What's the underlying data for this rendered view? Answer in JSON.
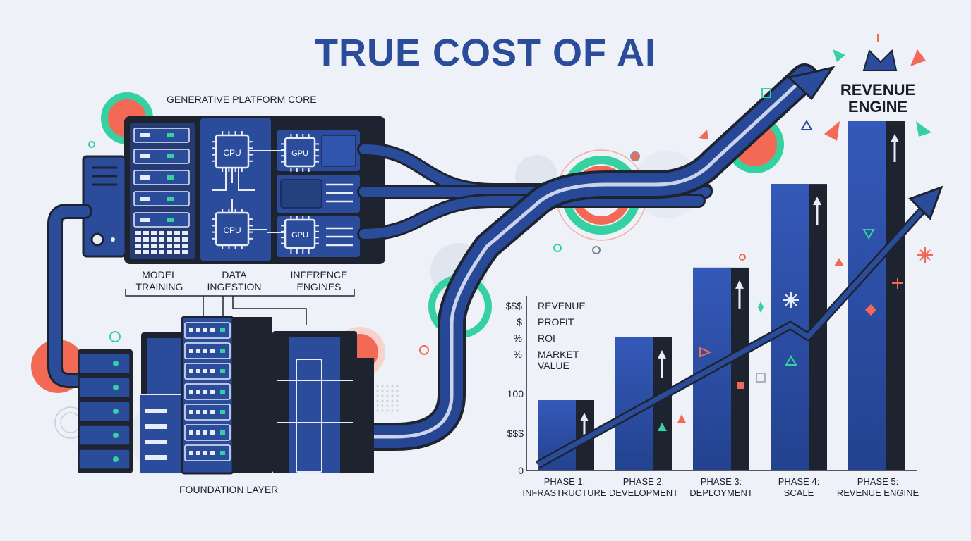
{
  "title": "TRUE COST OF AI",
  "platform": {
    "heading": "GENERATIVE PLATFORM CORE",
    "chips": [
      "CPU",
      "CPU",
      "GPU",
      "GPU"
    ],
    "columns": [
      {
        "line1": "MODEL",
        "line2": "TRAINING"
      },
      {
        "line1": "DATA",
        "line2": "INGESTION"
      },
      {
        "line1": "INFERENCE",
        "line2": "ENGINES"
      }
    ]
  },
  "foundation": {
    "label": "FOUNDATION LAYER"
  },
  "revenue_engine": {
    "line1": "REVENUE",
    "line2": "ENGINE"
  },
  "legend": [
    {
      "symbol": "$$$",
      "label": "REVENUE"
    },
    {
      "symbol": "$",
      "label": "PROFIT"
    },
    {
      "symbol": "%",
      "label": "ROI"
    },
    {
      "symbol": "%",
      "label": "MARKET VALUE"
    }
  ],
  "y_axis_labels": [
    "100",
    "$$$",
    "0"
  ],
  "phases": [
    {
      "line1": "PHASE 1:",
      "line2": "INFRASTRUCTURE"
    },
    {
      "line1": "PHASE 2:",
      "line2": "DEVELOPMENT"
    },
    {
      "line1": "PHASE 3:",
      "line2": "DEPLOYMENT"
    },
    {
      "line1": "PHASE 4:",
      "line2": "SCALE"
    },
    {
      "line1": "PHASE 5:",
      "line2": "REVENUE ENGINE"
    }
  ],
  "bars_relative_height": [
    0.2,
    0.38,
    0.58,
    0.82,
    1.0
  ],
  "colors": {
    "brand_blue": "#2b4c9a",
    "dark": "#1e2330",
    "accent_red": "#f26a55",
    "accent_green": "#35d1a0"
  }
}
